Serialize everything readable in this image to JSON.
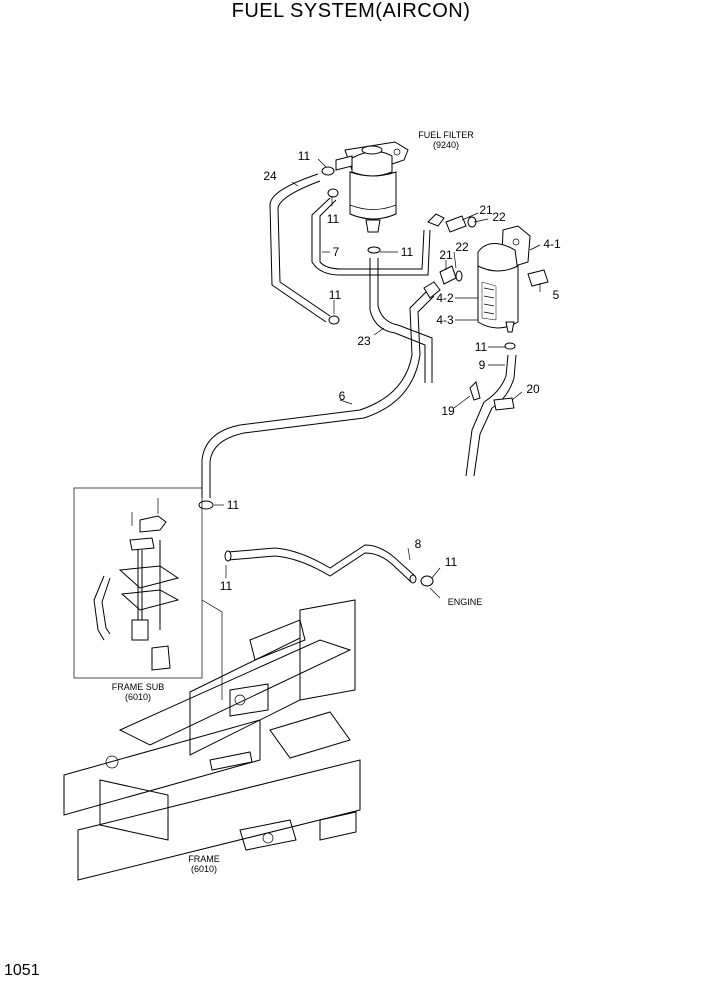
{
  "title": "FUEL SYSTEM(AIRCON)",
  "page_number": "1051",
  "labels": {
    "fuel_filter": "FUEL FILTER",
    "fuel_filter_code": "(9240)",
    "frame_sub": "FRAME SUB",
    "frame_sub_code": "(6010)",
    "frame": "FRAME",
    "frame_code": "(6010)",
    "engine": "ENGINE"
  },
  "callouts": [
    "24",
    "11",
    "11",
    "7",
    "11",
    "11",
    "23",
    "21",
    "22",
    "22",
    "21",
    "4-1",
    "4-2",
    "4-3",
    "5",
    "11",
    "9",
    "20",
    "19",
    "6",
    "11",
    "8",
    "11",
    "11"
  ]
}
